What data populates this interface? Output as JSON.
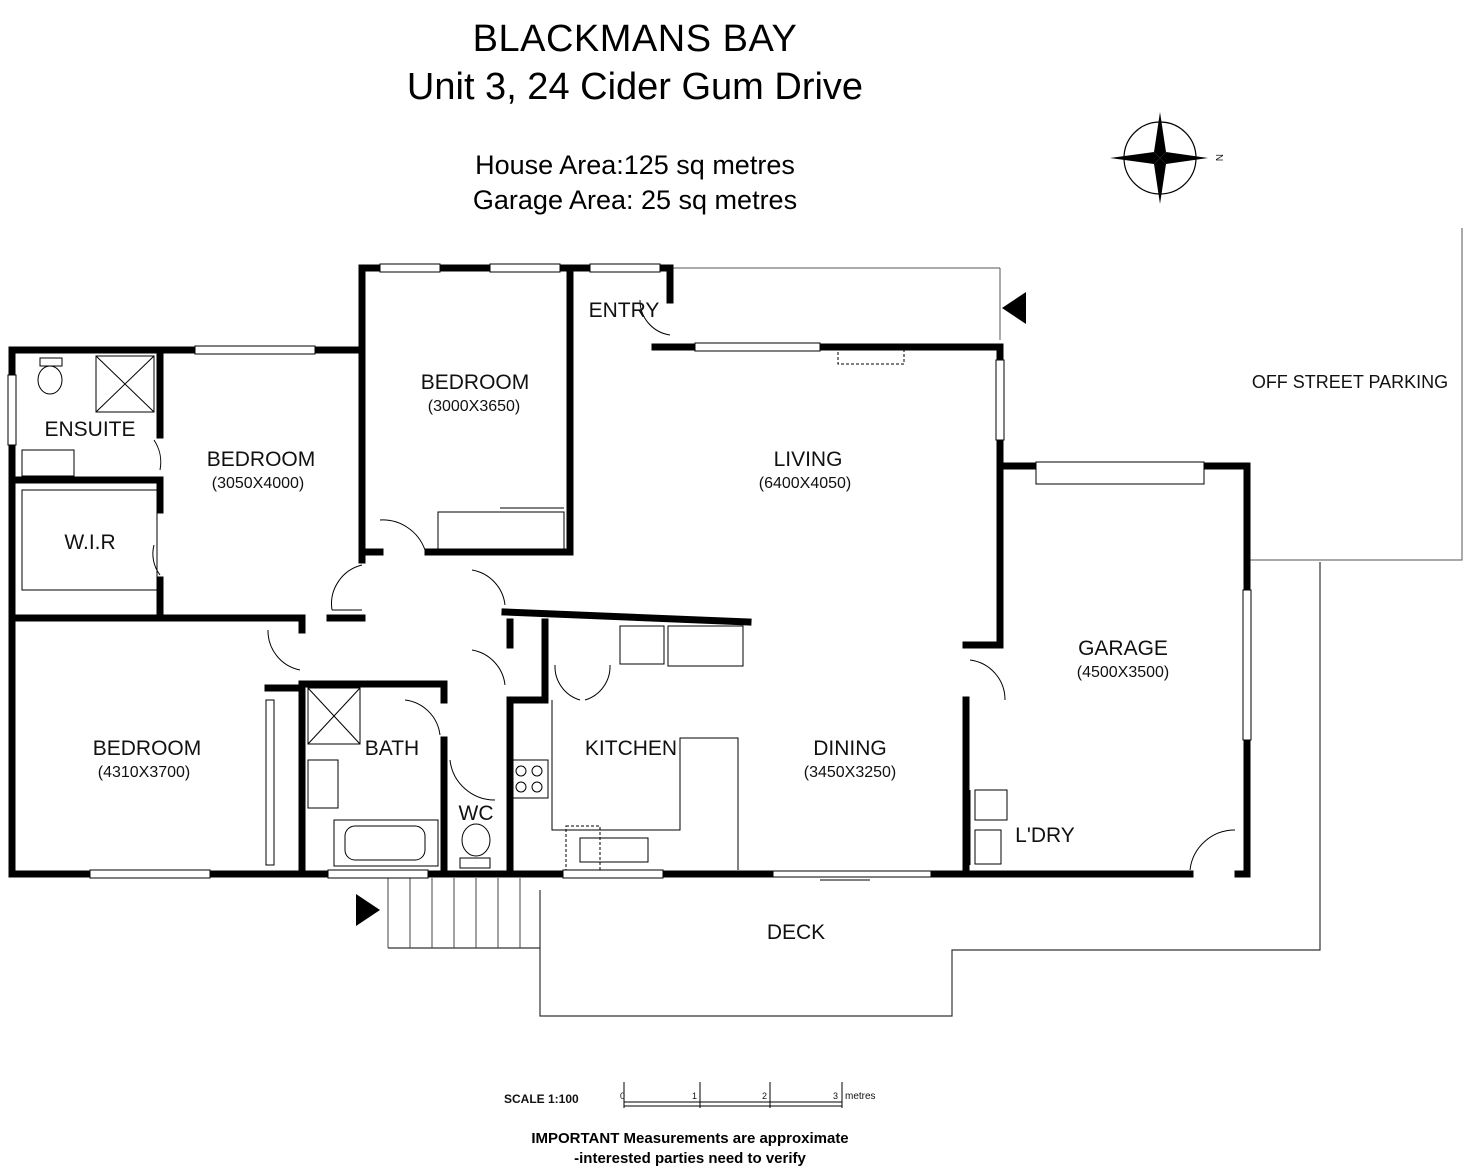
{
  "header": {
    "suburb": "BLACKMANS BAY",
    "address": "Unit 3, 24 Cider Gum Drive",
    "house_area": "House Area:125 sq metres",
    "garage_area": "Garage Area: 25 sq metres"
  },
  "compass": {
    "north_label": "N"
  },
  "rooms": {
    "entry": {
      "name": "ENTRY"
    },
    "ensuite": {
      "name": "ENSUITE"
    },
    "wir": {
      "name": "W.I.R"
    },
    "bed1": {
      "name": "BEDROOM",
      "dims": "(3050X4000)"
    },
    "bed2": {
      "name": "BEDROOM",
      "dims": "(3000X3650)"
    },
    "bed3": {
      "name": "BEDROOM",
      "dims": "(4310X3700)"
    },
    "living": {
      "name": "LIVING",
      "dims": "(6400X4050)"
    },
    "garage": {
      "name": "GARAGE",
      "dims": "(4500X3500)"
    },
    "kitchen": {
      "name": "KITCHEN"
    },
    "dining": {
      "name": "DINING",
      "dims": "(3450X3250)"
    },
    "bath": {
      "name": "BATH"
    },
    "wc": {
      "name": "WC"
    },
    "laundry": {
      "name": "L'DRY"
    },
    "deck": {
      "name": "DECK"
    },
    "parking": {
      "name": "OFF STREET PARKING"
    }
  },
  "scale": {
    "label": "SCALE 1:100",
    "ticks": [
      "0",
      "1",
      "2",
      "3"
    ],
    "unit": "metres"
  },
  "disclaimer": {
    "line1": "IMPORTANT Measurements are approximate",
    "line2": "-interested parties need to verify"
  }
}
